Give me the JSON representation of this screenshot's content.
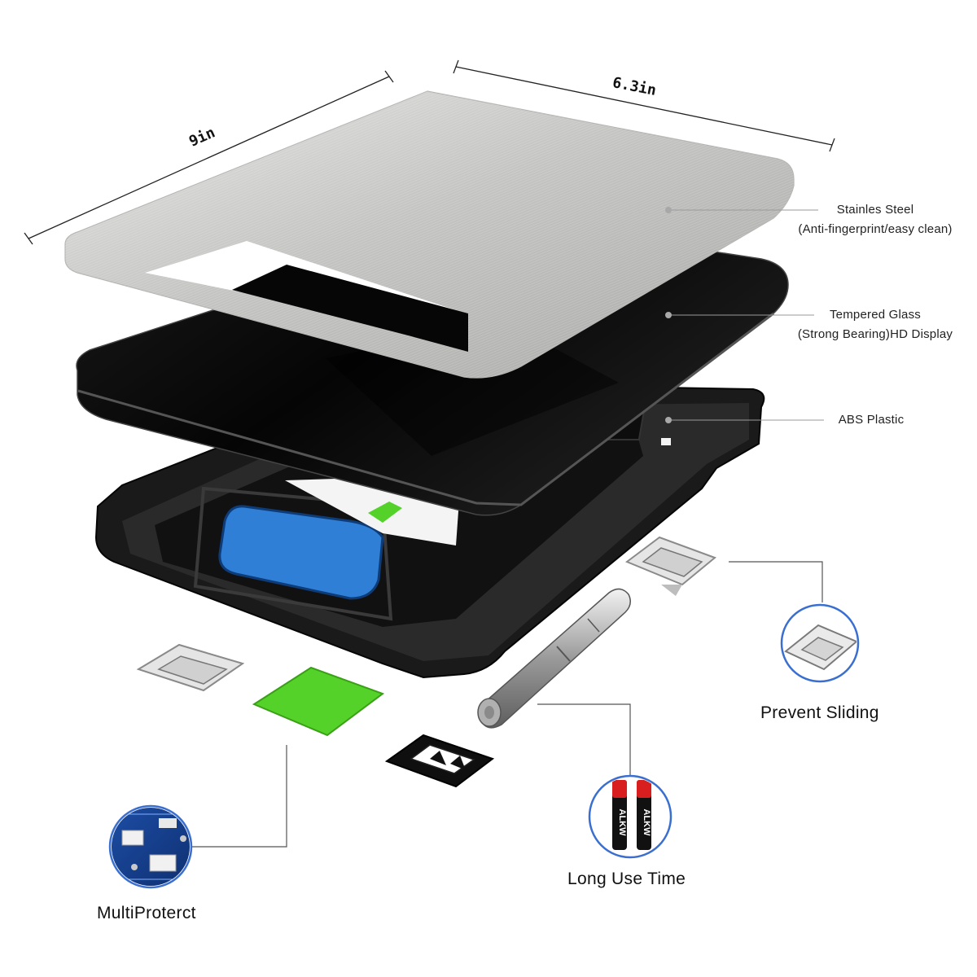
{
  "dimensions": {
    "width": "9in",
    "depth": "6.3in"
  },
  "layers": [
    {
      "id": "steel",
      "lines": [
        "Stainles Steel",
        "(Anti-fingerprint/easy clean)"
      ]
    },
    {
      "id": "glass",
      "lines": [
        "Tempered Glass",
        "(Strong Bearing)HD Display"
      ]
    },
    {
      "id": "abs",
      "lines": [
        "ABS Plastic"
      ]
    }
  ],
  "features": {
    "prevent_sliding": "Prevent Sliding",
    "long_use_time": "Long Use Time",
    "multiprotect": "MultiProterct"
  },
  "battery_brand": "ALKW",
  "colors": {
    "steel": "#c9c9c7",
    "glass": "#0b0b0b",
    "abs": "#151515",
    "sensor_pad": "#54d22a",
    "load_cell": "#2f7fd6",
    "callout_ring": "#3a6fd0",
    "battery_red": "#d81e1e"
  },
  "icons": [
    "brushed-steel-plate",
    "glass-plate",
    "abs-base",
    "battery-tube",
    "aaa-battery-icon",
    "circuit-board-icon",
    "anti-slip-foot-icon"
  ]
}
